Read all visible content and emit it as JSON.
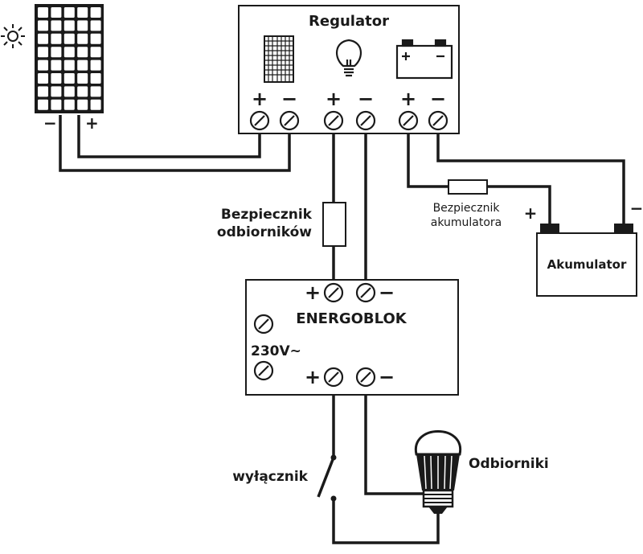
{
  "regulator": {
    "title": "Regulator",
    "terminals": [
      "+",
      "−",
      "+",
      "−",
      "+",
      "−"
    ],
    "icons": [
      "solar-panel-icon",
      "light-bulb-icon",
      "battery-icon"
    ]
  },
  "solar_panel": {
    "icon": "solar-panel-icon",
    "sun_icon": "sun-icon",
    "minus": "−",
    "plus": "+"
  },
  "load_fuse": {
    "line1": "Bezpiecznik",
    "line2": "odbiorników"
  },
  "battery_fuse": {
    "line1": "Bezpiecznik",
    "line2": "akumulatora"
  },
  "battery": {
    "label": "Akumulator",
    "plus": "+",
    "minus": "−"
  },
  "energoblok": {
    "title": "ENERGOBLOK",
    "voltage": "230V~",
    "top_plus": "+",
    "top_minus": "−",
    "bottom_plus": "+",
    "bottom_minus": "−"
  },
  "switch": {
    "label": "wyłącznik"
  },
  "load": {
    "label": "Odbiorniki",
    "icon": "led-bulb-icon"
  }
}
